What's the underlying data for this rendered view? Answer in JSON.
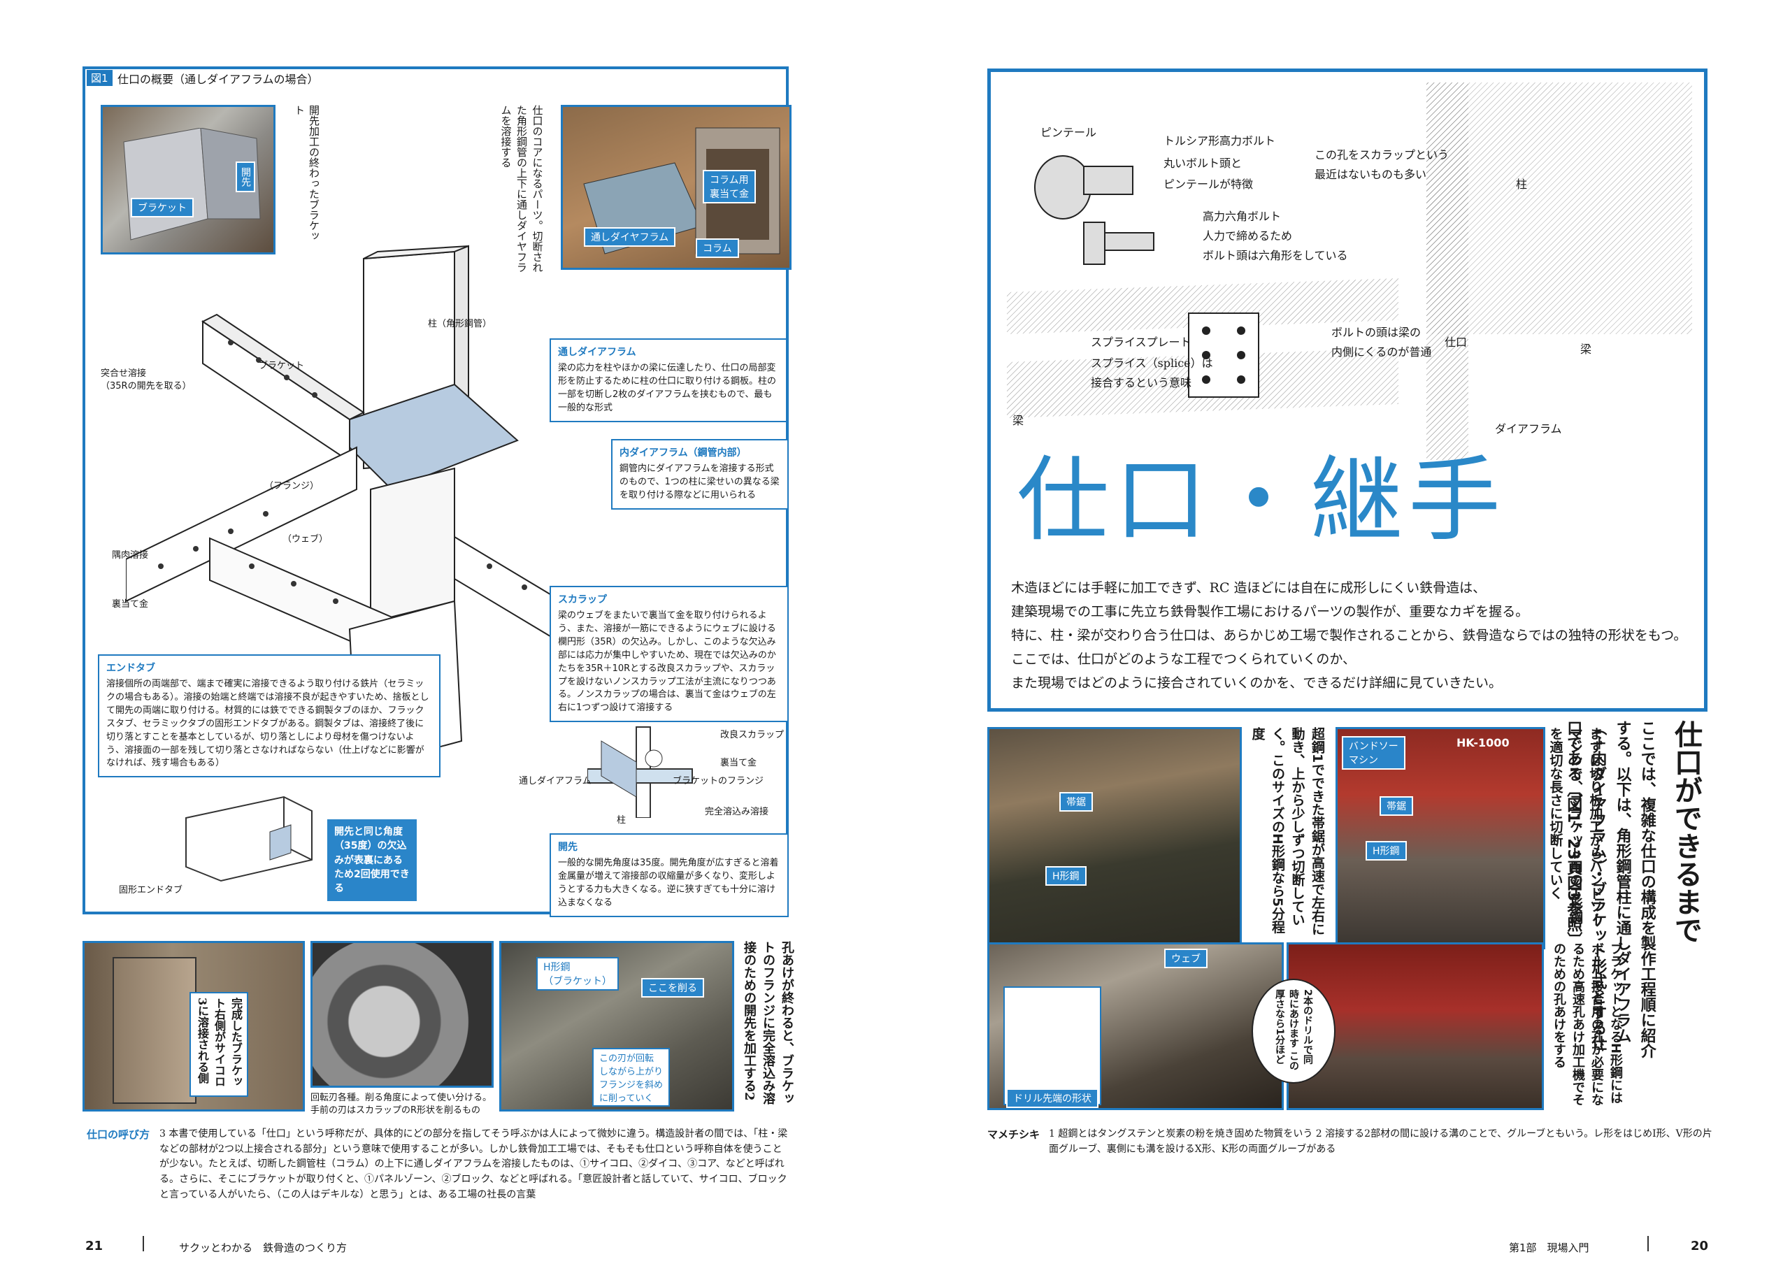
{
  "left_page": {
    "figure_label": "図1",
    "figure_title": "仕口の概要（通しダイアフラムの場合）",
    "photo1_caption": "開先加工の終わったブラケット",
    "photo1_tags": [
      "開先",
      "ブラケット"
    ],
    "photo2_caption": "仕口のコアになるパーツ。切断された角形鋼管の上下に通しダイヤフラムを溶接する",
    "photo2_tags": [
      "コラム用裏当て金",
      "通しダイヤフラム",
      "コラム"
    ],
    "diagram_labels": {
      "column": "柱（角形鋼管）",
      "butt_weld": "突合せ溶接",
      "butt_weld_note": "（35Rの開先を取る）",
      "bracket": "ブラケット",
      "flange": "（フランジ）",
      "web": "（ウェブ）",
      "fillet_weld": "隅肉溶接",
      "backing": "裏当て金",
      "solid_end_tab": "固形エンドタブ",
      "improved_scallop": "改良スカラップ",
      "backing2": "裏当て金",
      "diaphragm2": "通しダイアフラム",
      "bracket_flange": "ブラケットのフランジ",
      "full_penetration": "完全溶込み溶接",
      "column2": "柱"
    },
    "callouts": {
      "through_diaphragm": {
        "title": "通しダイアフラム",
        "body": "梁の応力を柱やほかの梁に伝達したり、仕口の局部変形を防止するために柱の仕口に取り付ける鋼板。柱の一部を切断し2枚のダイアフラムを挟むもので、最も一般的な形式"
      },
      "inner_diaphragm": {
        "title": "内ダイアフラム（鋼管内部）",
        "body": "鋼管内にダイアフラムを溶接する形式のもので、1つの柱に梁せいの異なる梁を取り付ける際などに用いられる"
      },
      "scallop": {
        "title": "スカラップ",
        "body": "梁のウェブをまたいで裏当て金を取り付けられるよう、また、溶接が一筋にできるようにウェブに設ける欄円形（35R）の欠込み。しかし、このような欠込み部には応力が集中しやすいため、現在では欠込みのかたちを35R＋10Rとする改良スカラップや、スカラップを設けないノンスカラップ工法が主流になりつつある。ノンスカラップの場合は、裏当て金はウェブの左右に1つずつ設けて溶接する"
      },
      "end_tab": {
        "title": "エンドタブ",
        "body": "溶接個所の両端部で、端まで確実に溶接できるよう取り付ける鉄片（セラミックの場合もある）。溶接の始端と終端では溶接不良が起きやすいため、捨板として開先の両端に取り付ける。材質的には鉄でできる鋼製タブのほか、フラックスタブ、セラミックタブの固形エンドタブがある。鋼製タブは、溶接終了後に切り落とすことを基本としているが、切り落としにより母材を傷つけないよう、溶接面の一部を残して切り落とさなければならない（仕上げなどに影響がなければ、残す場合もある）"
      },
      "same_angle": {
        "body": "開先と同じ角度（35度）の欠込みが表裏にあるため2回使用できる"
      },
      "groove": {
        "title": "開先",
        "body": "一般的な開先角度は35度。開先角度が広すぎると溶着金属量が増えて溶接部の収縮量が多くなり、変形しようとする力も大きくなる。逆に狭すぎても十分に溶け込まなくなる"
      }
    },
    "bottom_photos": {
      "p1_caption": "完成したブラケット右側がサイコロ3に溶接される側",
      "p2_caption": "回転刃各種。削る角度によって使い分ける。手前の刃はスカラップのR形状を削るもの",
      "p3_tags": [
        "H形鋼（ブラケット）",
        "ここを削る",
        "この刃が回転しながら上がりフランジを斜めに削っていく"
      ],
      "p4_text": "孔あけが終わると、ブラケットのフランジに完全溶込み溶接のための開先を加工する2"
    },
    "footnote_title": "仕口の呼び方",
    "footnote": "3 本書で使用している「仕口」という呼称だが、具体的にどの部分を指してそう呼ぶかは人によって微妙に違う。構造設計者の間では、「柱・梁などの部材が2つ以上接合される部分」という意味で使用することが多い。しかし鉄骨加工工場では、そもそも仕口という呼称自体を使うことが少ない。たとえば、切断した鋼管柱（コラム）の上下に通しダイアフラムを溶接したものは、①サイコロ、②ダイコ、③コア、などと呼ばれる。さらに、そこにブラケットが取り付くと、①パネルゾーン、②ブロック、などと呼ばれる。「意匠設計者と話していて、サイコロ、ブロックと言っている人がいたら、（この人はデキルな）と思う」とは、ある工場の社長の言葉",
    "page_num": "21",
    "running_title": "サクッとわかる　鉄骨造のつくり方"
  },
  "right_page": {
    "sketch_notes": [
      "ピンテール",
      "トルシア形高力ボルト",
      "丸いボルト頭と",
      "ピンテールが特徴",
      "高力六角ボルト",
      "人力で締めるため",
      "ボルト頭は六角形をしている",
      "この孔をスカラップという",
      "最近はないものも多い",
      "柱",
      "スプライスプレート",
      "スプライス（splice）は",
      "接合するという意味",
      "ボルトの頭は梁の",
      "内側にくるのが普通",
      "仕口",
      "梁",
      "梁",
      "ダイアフラム"
    ],
    "title": "仕口・継手",
    "lead": "木造ほどには手軽に加工できず、RC造ほどには自在に成形しにくい鉄骨造は、建築現場での工事に先立ち鉄骨製作工場におけるパーツの製作が、重要なカギを握る。特に、柱・梁が交わり合う仕口は、あらかじめ工場で製作されることから、鉄骨造ならではの独特の形状をもつ。ここでは、仕口がどのような工程でつくられていくのか、また現場ではどのように接合されていくのかを、できるだけ詳細に見ていきたい。",
    "lead_lines": [
      "木造ほどには手軽に加工できず、RC 造ほどには自在に成形しにくい鉄骨造は、",
      "建築現場での工事に先立ち鉄骨製作工場におけるパーツの製作が、重要なカギを握る。",
      "特に、柱・梁が交わり合う仕口は、あらかじめ工場で製作されることから、鉄骨造ならではの独特の形状をもつ。",
      "ここでは、仕口がどのような工程でつくられていくのか、",
      "また現場ではどのように接合されていくのかを、できるだけ詳細に見ていきたい。"
    ],
    "section_title": "仕口ができるまで",
    "section_intro": "ここでは、複雑な仕口の構成を製作工程順に紹介する。以下は、角形鋼管柱に通しダイアフラム（＋内ダイアフラム）・ブラケット形式とする仕口である〔図1、23頁図3参照〕",
    "step1_text": "まずは切り板加工からバンドソーマシンで、ブラケット用のH形鋼を適切な長さに切断していく",
    "step1b_text": "超鋼1でできた帯鋸が高速で左右に動き、上から少しずつ切断していく。このサイズのH形鋼なら5分程度",
    "step2_text": "ブラケットとなるH形鋼にはボルト接合用の孔が必要になるため高速孔あけ加工機でそのための孔あけをする",
    "photo_tags": [
      "帯鋸",
      "H形鋼",
      "バンドソーマシン",
      "帯鋸",
      "H形鋼",
      "ウェブ",
      "ドリル先端の形状"
    ],
    "machine_label": "HK-1000",
    "bubble": "2本のドリルで同時にあけます この厚さなら1分ほど",
    "mame_title": "マメチシキ",
    "mame_text": "1 超鋼とはタングステンと炭素の粉を焼き固めた物質をいう 2 溶接する2部材の間に設ける溝のことで、グルーブともいう。レ形をはじめI形、V形の片面グルーブ、裏側にも溝を設けるX形、K形の両面グルーブがある",
    "part_label": "第1部　現場入門",
    "page_num": "20"
  },
  "colors": {
    "accent": "#1f7ac0",
    "callout_fill": "#ffffff",
    "photo_dark": "#2a2a2a"
  }
}
